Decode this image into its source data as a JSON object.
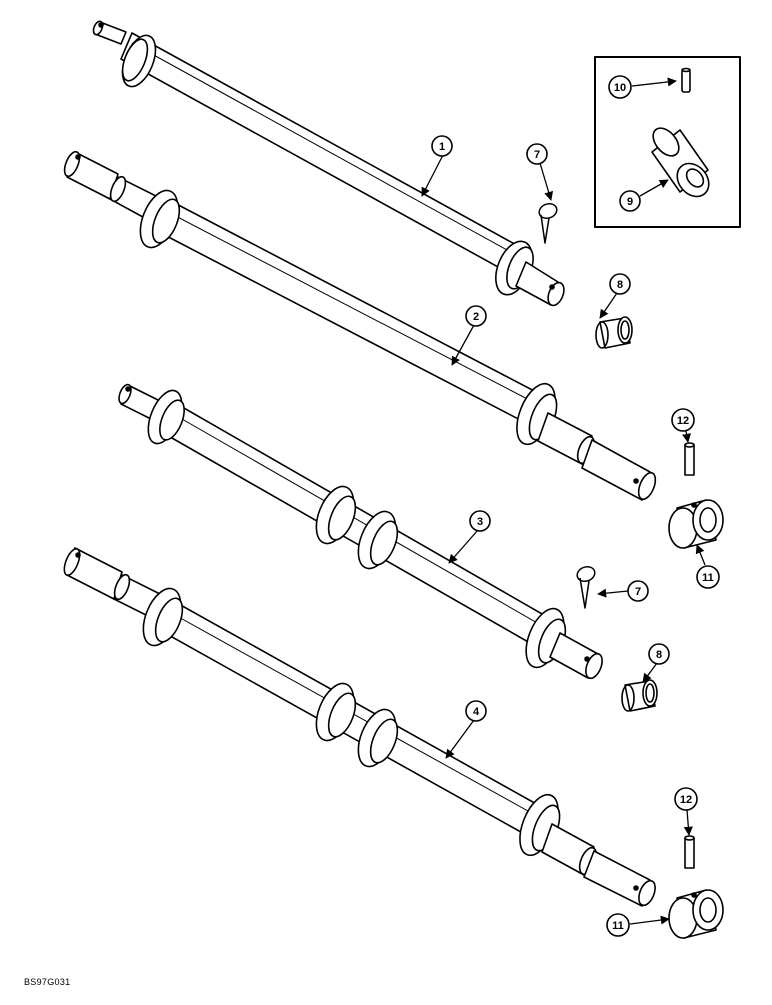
{
  "document_code": "BS97G031",
  "callouts": [
    {
      "id": "c1",
      "label": "1"
    },
    {
      "id": "c2",
      "label": "2"
    },
    {
      "id": "c3",
      "label": "3"
    },
    {
      "id": "c4",
      "label": "4"
    },
    {
      "id": "c7a",
      "label": "7"
    },
    {
      "id": "c7b",
      "label": "7"
    },
    {
      "id": "c8a",
      "label": "8"
    },
    {
      "id": "c8b",
      "label": "8"
    },
    {
      "id": "c9",
      "label": "9"
    },
    {
      "id": "c10",
      "label": "10"
    },
    {
      "id": "c11a",
      "label": "11"
    },
    {
      "id": "c11b",
      "label": "11"
    },
    {
      "id": "c12a",
      "label": "12"
    },
    {
      "id": "c12b",
      "label": "12"
    }
  ]
}
